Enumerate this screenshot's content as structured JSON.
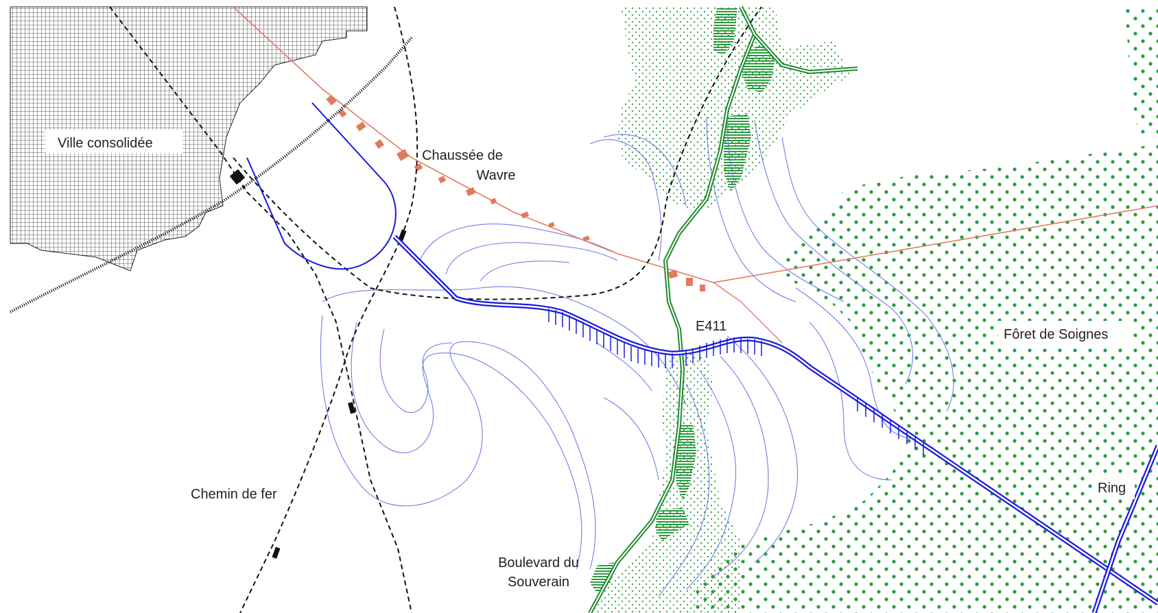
{
  "labels": {
    "ville": "Ville consolidée",
    "chaussee_l1": "Chaussée de",
    "chaussee_l2": "Wavre",
    "e411": "E411",
    "foret": "Fôret de Soignes",
    "ring": "Ring",
    "chemin": "Chemin de fer",
    "boulevard_l1": "Boulevard du",
    "boulevard_l2": "Souverain"
  },
  "colors": {
    "urban_grid": "#222222",
    "rail": "#111111",
    "road_main": "#1a1adb",
    "contour": "#6f7de6",
    "green": "#2a9b3c",
    "green_road": "#1f8a2e",
    "chaussee": "#e07a5f"
  }
}
